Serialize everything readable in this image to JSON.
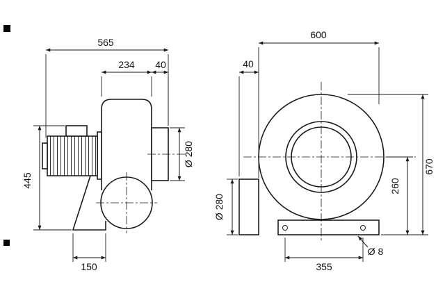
{
  "colors": {
    "line": "#1a1a1a",
    "background": "#ffffff"
  },
  "side_view": {
    "dim_overall_width": "565",
    "dim_housing_depth": "234",
    "dim_flange_thickness": "40",
    "dim_overall_height": "445",
    "dim_base_width": "150",
    "dim_outlet_diameter": "Ø 280"
  },
  "front_view": {
    "dim_overall_width": "600",
    "dim_duct_depth": "40",
    "dim_outlet_diameter": "Ø 280",
    "dim_axis_height": "260",
    "dim_overall_height": "670",
    "dim_hole_spacing": "355",
    "dim_hole_diameter": "Ø 8"
  }
}
